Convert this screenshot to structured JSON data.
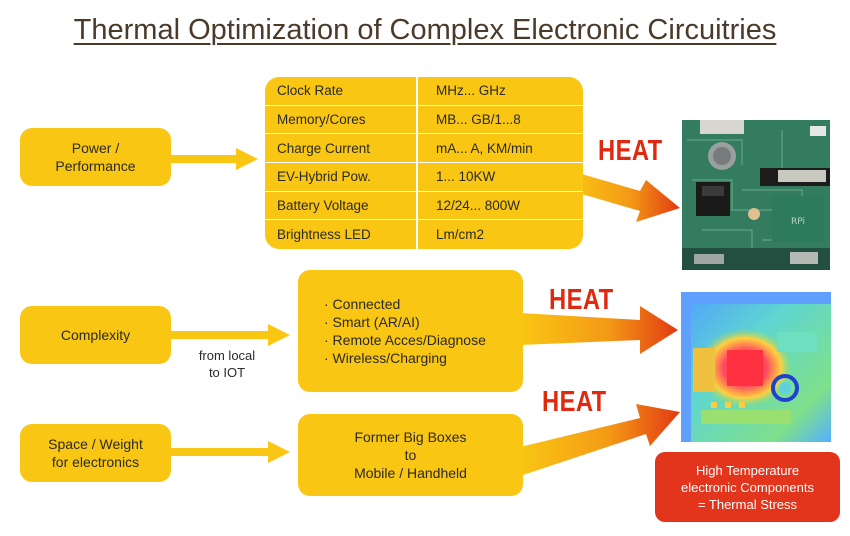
{
  "title": "Thermal Optimization of Complex Electronic Circuitries",
  "left_boxes": {
    "power": [
      "Power /",
      "Performance"
    ],
    "complexity": "Complexity",
    "space": [
      "Space / Weight",
      "for electronics"
    ]
  },
  "spec_table": [
    {
      "label": "Clock Rate",
      "value": "MHz... GHz"
    },
    {
      "label": "Memory/Cores",
      "value": "MB... GB/1...8"
    },
    {
      "label": "Charge Current",
      "value": "mA... A, KM/min"
    },
    {
      "label": "EV-Hybrid Pow.",
      "value": "1... 10KW"
    },
    {
      "label": "Battery Voltage",
      "value": "12/24... 800W"
    },
    {
      "label": "Brightness LED",
      "value": "Lm/cm2"
    }
  ],
  "complexity_list": [
    "· Connected",
    "· Smart (AR/AI)",
    "· Remote Acces/Diagnose",
    "· Wireless/Charging"
  ],
  "from_local_note": [
    "from local",
    "to IOT"
  ],
  "former_box": [
    "Former Big Boxes",
    "to",
    "Mobile / Handheld"
  ],
  "heat_labels": [
    "HEAT",
    "HEAT",
    "HEAT"
  ],
  "result_box": [
    "High Temperature",
    "electronic Components",
    "= Thermal Stress"
  ],
  "colors": {
    "box_yellow": "#f9c613",
    "heat_red": "#e02a10",
    "result_red": "#e3341c",
    "title_brown": "#4a3a2a"
  },
  "icons": {
    "pcb_photo": "circuit-board-image",
    "thermal_image": "thermal-camera-image"
  }
}
